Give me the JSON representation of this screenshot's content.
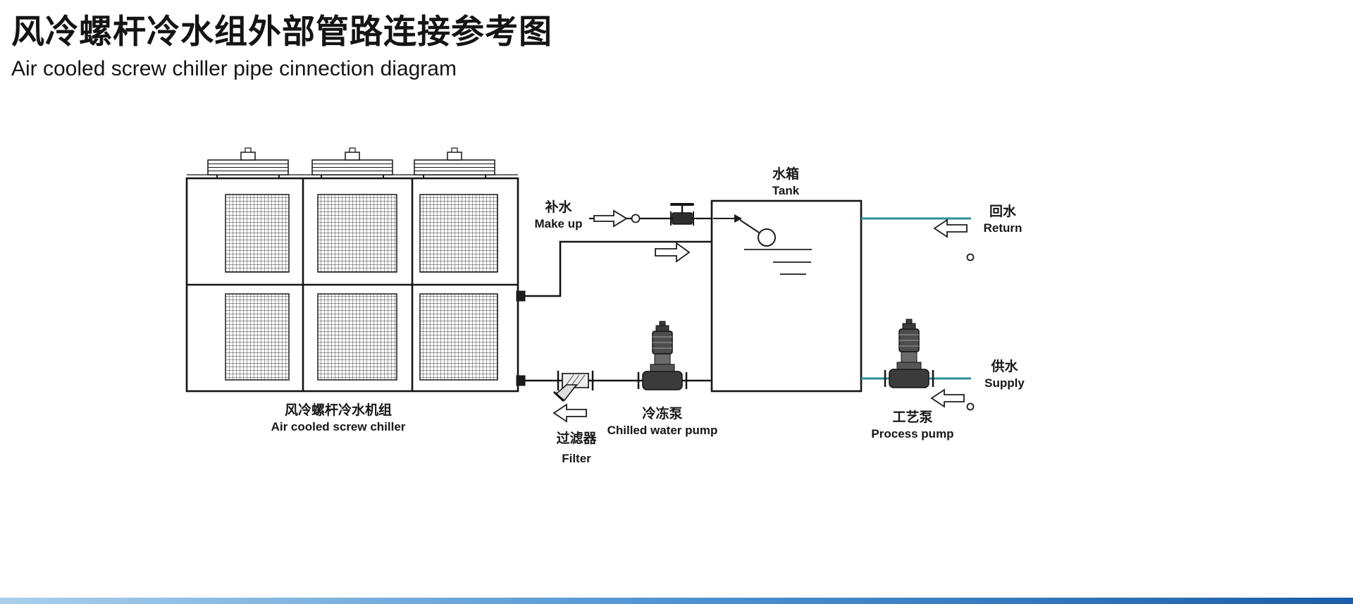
{
  "page": {
    "title_zh": "风冷螺杆冷水组外部管路连接参考图",
    "title_en": "Air cooled screw chiller pipe cinnection diagram"
  },
  "labels": {
    "chiller_zh": "风冷螺杆冷水机组",
    "chiller_en": "Air cooled screw chiller",
    "tank_zh": "水箱",
    "tank_en": "Tank",
    "makeup_zh": "补水",
    "makeup_en": "Make up",
    "return_zh": "回水",
    "return_en": "Return",
    "supply_zh": "供水",
    "supply_en": "Supply",
    "filter_zh": "过滤器",
    "filter_en": "Filter",
    "chilled_pump_zh": "冷冻泵",
    "chilled_pump_en": "Chilled water pump",
    "process_pump_zh": "工艺泵",
    "process_pump_en": "Process pump"
  },
  "colors": {
    "pipe_teal": "#2a8f9a",
    "footer_left": "#a9cfec",
    "footer_mid": "#4f93d2",
    "footer_right": "#1c5ea9"
  }
}
